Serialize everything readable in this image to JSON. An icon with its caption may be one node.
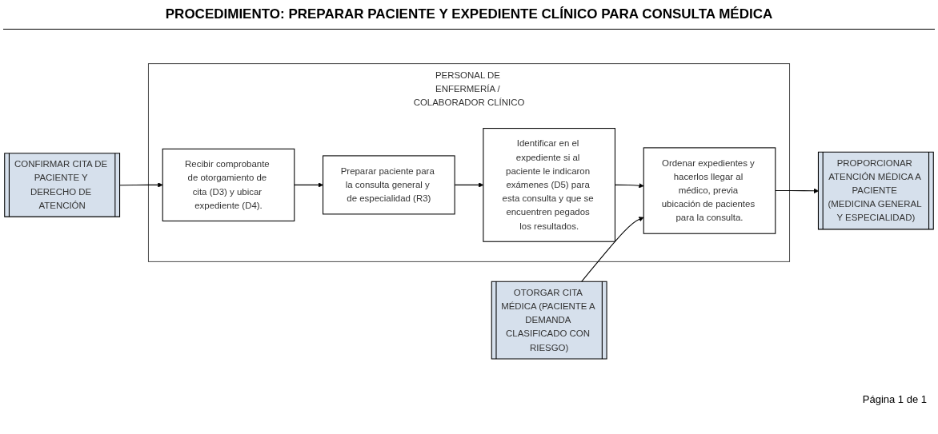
{
  "diagram": {
    "title": "PROCEDIMIENTO: PREPARAR PACIENTE Y EXPEDIENTE CLÍNICO PARA CONSULTA MÉDICA",
    "nodes": [
      {
        "text": [
          "CONFIRMAR CITA DE PACIENTE Y DERECHO DE ATENCIÓN"
        ]
      },
      {
        "text": [
          "OTORGAR CITA MÉDICA (PACIENTE A DEMANDA CLASIFICADO CON RIESGO)"
        ]
      },
      {
        "text": [
          "PROPORCIONAR ATENCIÓN MÉDICA A PACIENTE (MEDICINA GENERAL Y ESPECIALIDAD)"
        ]
      },
      {
        "text": [
          "PERSONAL DE ENFERMERÍA / COLABORADOR CLÍNICO"
        ]
      },
      {
        "text": [
          "Recibir comprobante de otorgamiento de cita (D3) y ubicar expediente (D4)."
        ],
        "in": 3
      },
      {
        "text": [
          "Preparar paciente para la consulta general y de especialidad (R3)"
        ],
        "in": 3
      },
      {
        "text": [
          "Identificar en el expediente si al paciente le indicaron exámenes (D5) para esta consulta y que se encuentren pegados los resultados."
        ],
        "in": 3
      },
      {
        "text": [
          "Ordenar expedientes y hacerlos llegar al médico, previa ubicación de pacientes para la consulta."
        ],
        "in": 3
      }
    ],
    "edges": [
      {
        "from": 0,
        "to": 4,
        "arrow": "to"
      },
      {
        "from": 4,
        "to": 5,
        "arrow": "to"
      },
      {
        "from": 5,
        "to": 6,
        "arrow": "to"
      },
      {
        "from": 6,
        "to": 7,
        "arrow": "to"
      },
      {
        "from": 1,
        "to": 7,
        "arrow": "to"
      },
      {
        "from": 7,
        "to": 2,
        "arrow": "to"
      }
    ],
    "labels": [
      "Página 1 de 1"
    ]
  }
}
